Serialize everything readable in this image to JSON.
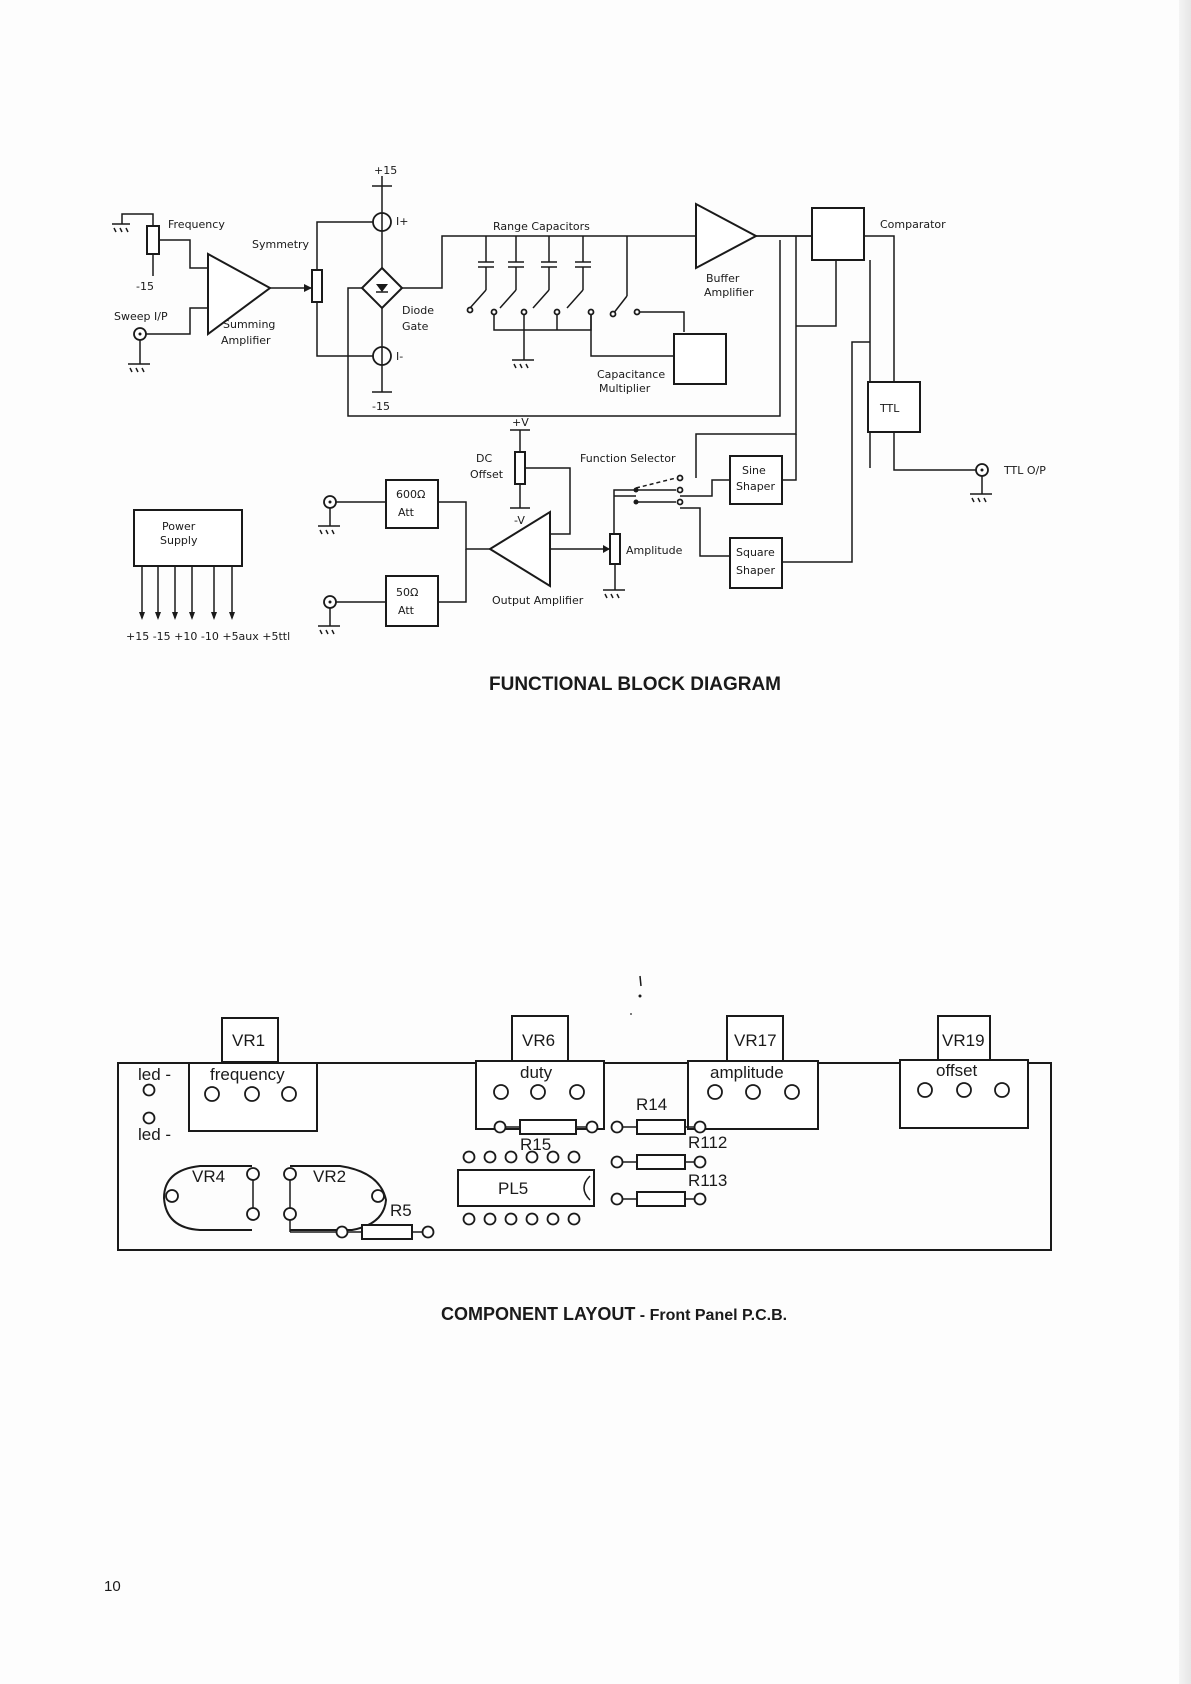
{
  "block_diagram": {
    "caption": "FUNCTIONAL BLOCK DIAGRAM",
    "labels": {
      "plus15_top": "+15",
      "minus15_mid": "-15",
      "frequency": "Frequency",
      "symmetry": "Symmetry",
      "minus15_left": "-15",
      "sweep_ip": "Sweep I/P",
      "summing": "Summing",
      "amplifier": "Amplifier",
      "i_plus": "I+",
      "i_minus": "I-",
      "diode": "Diode",
      "gate": "Gate",
      "range_capacitors": "Range Capacitors",
      "buffer": "Buffer",
      "buffer_amp": "Amplifier",
      "comparator": "Comparator",
      "capacitance": "Capacitance",
      "multiplier": "Multiplier",
      "ttl": "TTL",
      "ttl_op": "TTL O/P",
      "plus_v": "+V",
      "minus_v": "-V",
      "dc": "DC",
      "offset": "Offset",
      "function_selector": "Function Selector",
      "sine": "Sine",
      "sine_shaper": "Shaper",
      "square": "Square",
      "square_shaper": "Shaper",
      "amplitude": "Amplitude",
      "output_amplifier": "Output Amplifier",
      "att600": "600Ω",
      "att600_b": "Att",
      "att50": "50Ω",
      "att50_b": "Att",
      "power": "Power",
      "supply": "Supply",
      "rails": "+15  -15 +10  -10  +5aux  +5ttl"
    }
  },
  "component_layout": {
    "caption_bold": "COMPONENT LAYOUT",
    "caption_rest": " - Front Panel P.C.B.",
    "labels": {
      "vr1": "VR1",
      "frequency": "frequency",
      "vr6": "VR6",
      "duty": "duty",
      "vr17": "VR17",
      "amplitude": "amplitude",
      "vr19": "VR19",
      "offset": "offset",
      "led1": "led -",
      "led2": "led -",
      "vr4": "VR4",
      "vr2": "VR2",
      "r5": "R5",
      "r15": "R15",
      "r14": "R14",
      "r112": "R112",
      "r113": "R113",
      "pl5": "PL5"
    }
  },
  "page_number": "10"
}
